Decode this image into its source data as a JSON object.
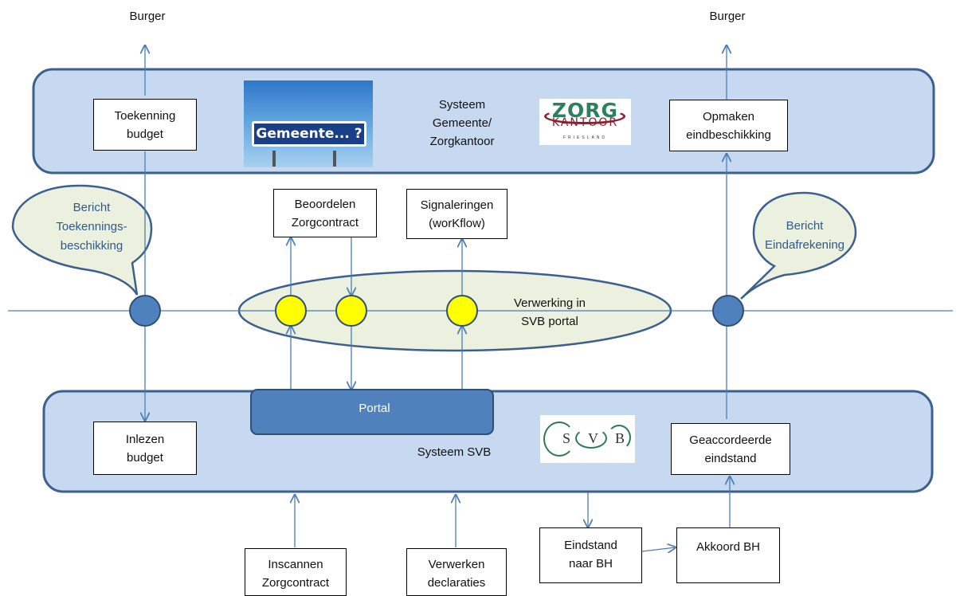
{
  "top_labels": {
    "left": "Burger",
    "right": "Burger"
  },
  "gemeente_panel": {
    "box_left": [
      "Toekenning",
      "budget"
    ],
    "gemeente_logo_text": "Gemeente... ?",
    "title": [
      "Systeem",
      "Gemeente/",
      "Zorgkantoor"
    ],
    "zorgkantoor_logo": {
      "line1": "ZORG",
      "line2": "KANTOOR",
      "line3": "FRIESLAND"
    },
    "box_right": [
      "Opmaken",
      "eindbeschikking"
    ]
  },
  "middle": {
    "beoordelen": [
      "Beoordelen",
      "Zorgcontract"
    ],
    "signaleringen": [
      "Signaleringen",
      "(worKflow)"
    ],
    "portal_ellipse": [
      "Verwerking in",
      "SVB portal"
    ],
    "callout_left": [
      "Bericht",
      "Toekennings-",
      "beschikking"
    ],
    "callout_right": [
      "Bericht",
      "Eindafrekening"
    ]
  },
  "svb_panel": {
    "portal_label": "Portal",
    "title": "Systeem SVB",
    "box_left": [
      "Inlezen",
      "budget"
    ],
    "box_right": [
      "Geaccordeerde",
      "eindstand"
    ],
    "svb_logo": [
      "S",
      "V",
      "B"
    ]
  },
  "bottom": {
    "inscannen": [
      "Inscannen",
      "Zorgcontract"
    ],
    "verwerken": [
      "Verwerken",
      "declaraties"
    ],
    "eindstand": [
      "Eindstand",
      "naar BH"
    ],
    "akkoord": [
      "Akkoord BH"
    ]
  },
  "colors": {
    "panel_fill": "#c6d9f1",
    "panel_border": "#3b5f8e",
    "line": "#4a7eb8",
    "node_blue": "#4f81bd",
    "node_yellow": "#ffff00",
    "callout_fill": "#ebf1de",
    "portal_fill": "#4f81bd"
  }
}
